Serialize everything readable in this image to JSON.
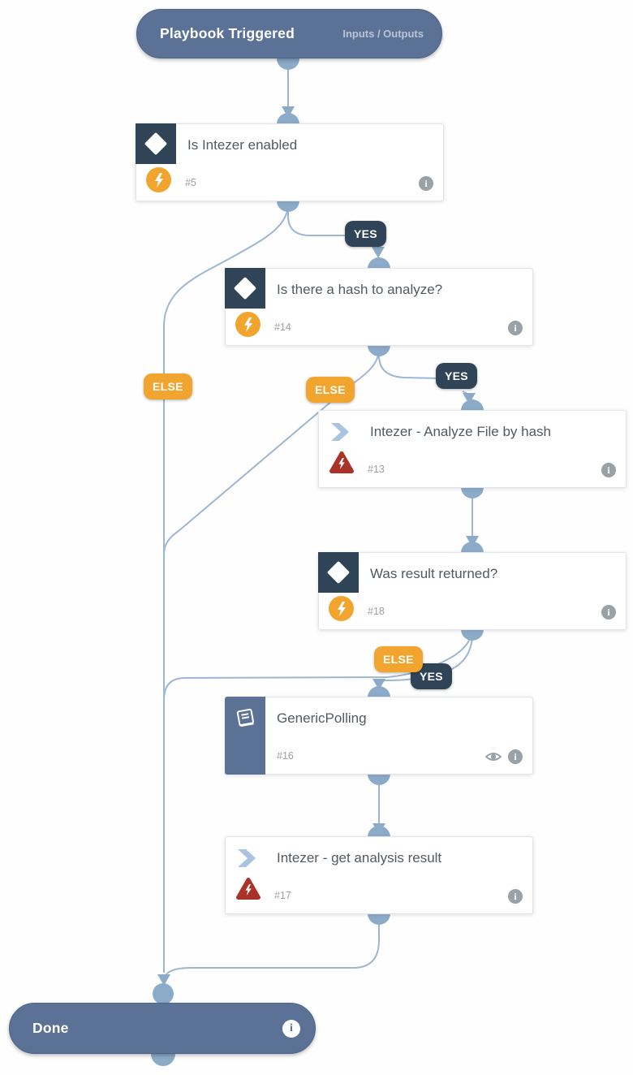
{
  "colors": {
    "slate_blue": "#5b7296",
    "dark_navy": "#2f4456",
    "orange": "#f1a52f",
    "error_red": "#a93327",
    "line_blue": "#9db6d2",
    "connector_blue": "#8cabc9",
    "chevron_blue": "#a9c3e1",
    "title_text": "#515a61",
    "muted_text": "#9aa0a6"
  },
  "start_node": {
    "title": "Playbook Triggered",
    "io_link": "Inputs / Outputs"
  },
  "end_node": {
    "title": "Done"
  },
  "nodes": [
    {
      "id_label": "#5",
      "title": "Is Intezer enabled",
      "kind": "condition"
    },
    {
      "id_label": "#14",
      "title": "Is there a hash to analyze?",
      "kind": "condition"
    },
    {
      "id_label": "#13",
      "title": "Intezer - Analyze File by hash",
      "kind": "task-error"
    },
    {
      "id_label": "#18",
      "title": "Was result returned?",
      "kind": "condition"
    },
    {
      "id_label": "#16",
      "title": "GenericPolling",
      "kind": "sub-playbook"
    },
    {
      "id_label": "#17",
      "title": "Intezer - get analysis result",
      "kind": "task-error"
    }
  ],
  "badges": {
    "yes1": "YES",
    "else1": "ELSE",
    "else2": "ELSE",
    "yes2": "YES",
    "else3": "ELSE",
    "yes3": "YES"
  }
}
